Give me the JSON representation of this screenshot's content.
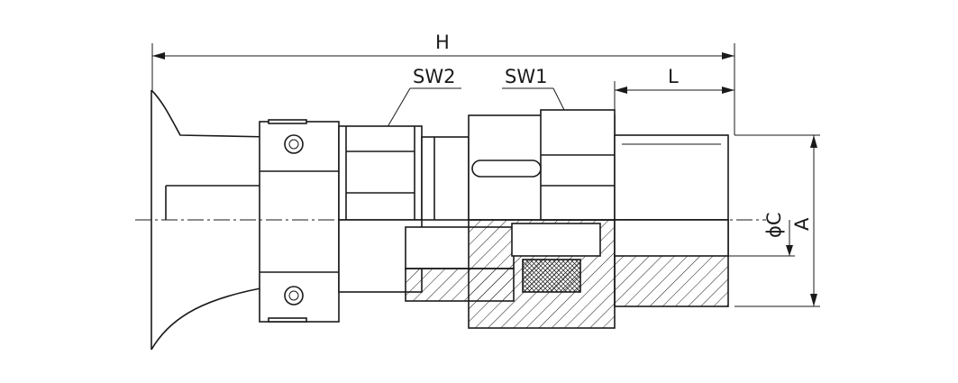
{
  "labels": {
    "overall_height": "H",
    "wrench_size_2": "SW2",
    "wrench_size_1": "SW1",
    "thread_length": "L",
    "inner_diameter": "ϕC",
    "thread_diameter": "A"
  },
  "colors": {
    "line": "#1a1a1a",
    "background": "#ffffff"
  }
}
